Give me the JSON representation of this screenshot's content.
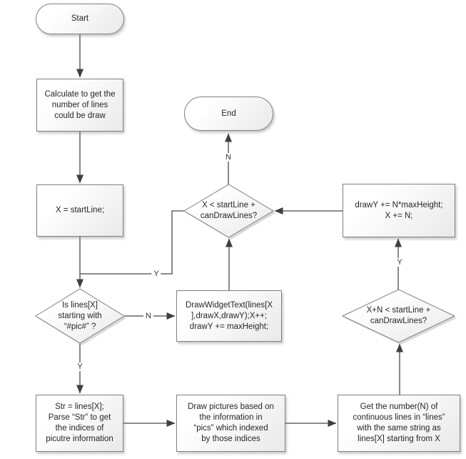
{
  "diagram": {
    "nodes": {
      "start": "Start",
      "calc_lines": "Calculate to get the\nnumber of lines\ncould be draw",
      "set_x": "X = startLine;",
      "end": "End",
      "loop_check": "X < startLine +\ncanDrawLines?",
      "draw_widget_text": "DrawWidgetText(lines[X\n],drawX,drawY);X++;\ndrawY += maxHeight;",
      "is_pic_check": "Is lines[X]\nstarting with\n“#pic#” ?",
      "advance_n": "drawY += N*maxHeight;\nX += N;",
      "n_loop_check": "X+N < startLine +\ncanDrawLines?",
      "parse_str": "Str = lines[X];\nParse “Str” to get\nthe indices of\npicutre information",
      "draw_pictures": "Draw pictures based on\nthe information in\n“pics” which indexed\nby those indices",
      "get_n": "Get the number(N) of\ncontinuous lines in “lines”\nwith the same string as\nlines[X] starting from X"
    },
    "edge_labels": {
      "is_pic_no": "N",
      "is_pic_yes": "Y",
      "loop_yes": "Y",
      "loop_no": "N",
      "n_loop_yes": "Y"
    },
    "colors": {
      "shape_border": "#7f7f7f",
      "shape_fill_top": "#ffffff",
      "shape_fill_bottom": "#e9e9e9",
      "connector": "#474747",
      "arrowhead": "#3f3f3f",
      "text": "#262626",
      "shadow": "#b9b9b9",
      "background": "#ffffff"
    }
  }
}
